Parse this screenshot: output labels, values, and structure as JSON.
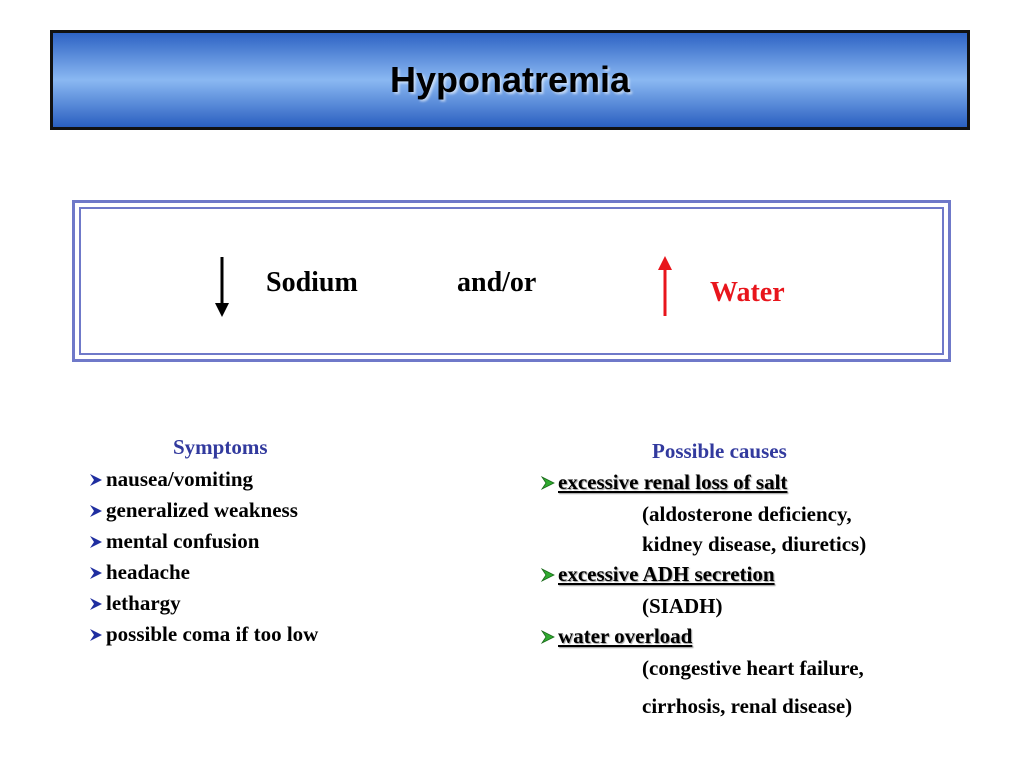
{
  "slide": {
    "title": "Hyponatremia"
  },
  "equation": {
    "sodium_label": "Sodium",
    "connector": "and/or",
    "water_label": "Water",
    "sodium_arrow": "down-arrow-icon",
    "water_arrow": "up-arrow-icon"
  },
  "symptoms": {
    "header": "Symptoms",
    "items": [
      "nausea/vomiting",
      "generalized weakness",
      "mental confusion",
      "headache",
      "lethargy",
      "possible coma if too low"
    ]
  },
  "causes": {
    "header": "Possible causes",
    "items": [
      {
        "label": "excessive renal loss of salt",
        "details": [
          "(aldosterone deficiency,",
          "kidney disease, diuretics)"
        ]
      },
      {
        "label": "excessive ADH secretion",
        "details": [
          "(SIADH)"
        ]
      },
      {
        "label": "water overload",
        "details": [
          "(congestive heart failure,",
          "cirrhosis, renal disease)"
        ]
      }
    ]
  },
  "colors": {
    "title_gradient_mid": "#8ab8f2",
    "title_gradient_edge": "#2e63c4",
    "box_border": "#6f79c9",
    "header_text": "#323a9e",
    "water_red": "#e8151c",
    "bullet_blue": "#1f2ea0",
    "bullet_green": "#2faa2f"
  }
}
